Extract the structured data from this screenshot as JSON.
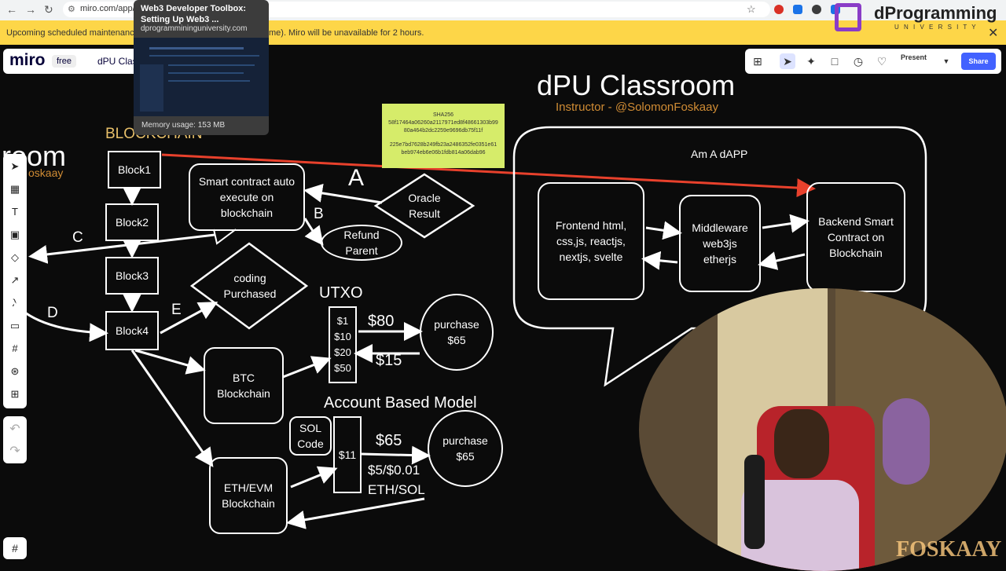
{
  "browser": {
    "url": "miro.com/app/b",
    "tooltip": {
      "title": "Web3 Developer Toolbox: Setting Up Web3 ...",
      "url": "dprogrammininguniversity.com",
      "memory": "Memory usage: 153 MB"
    }
  },
  "banner": {
    "text_left": "Upcoming scheduled maintenance: S",
    "text_right": "me). Miro will be unavailable for 2 hours."
  },
  "logo": {
    "title": "dProgramming",
    "subtitle": "U N I V E R S I T Y"
  },
  "miro": {
    "logo": "miro",
    "plan": "free",
    "board_title": "dPU Class",
    "present_label": "Present",
    "share_label": "Share"
  },
  "board": {
    "title": "dPU Classroom",
    "instructor": "Instructor - @SolomonFoskaay",
    "left_title_partial": "room",
    "left_instructor_partial": "oskaay",
    "blockchain_label": "BLOCKCHAIN",
    "blocks": [
      "Block1",
      "Block2",
      "Block3",
      "Block4"
    ],
    "smart_contract": "Smart contract auto execute on blockchain",
    "oracle": "Oracle Result",
    "refund": "Refund Parent",
    "coding": "coding Purchased",
    "btc": "BTC Blockchain",
    "eth": "ETH/EVM Blockchain",
    "sol_code": "SOL Code",
    "letters": {
      "a": "A",
      "b": "B",
      "c": "C",
      "d": "D",
      "e": "E"
    },
    "utxo": {
      "title": "UTXO",
      "coins": [
        "$1",
        "$10",
        "$20",
        "$50"
      ],
      "pay": "$80",
      "change": "$15",
      "purchase": "purchase $65"
    },
    "account": {
      "title": "Account Based Model",
      "balance": "$11",
      "pay": "$65",
      "fee": "$5/$0.01 ETH/SOL",
      "purchase": "purchase $65"
    },
    "sticky": {
      "label": "SHA256",
      "hash1": "58f17464a06260a2117971ed8f48661303b9980a464b2dc2259e9696db75f11f",
      "hash2": "225e7bd7628b249fb23a2486352fe0351e61beb974eb6e06b1fdb814a06dab96"
    },
    "dapp": {
      "title": "Am A dAPP",
      "frontend": "Frontend html, css,js, reactjs, nextjs, svelte",
      "middleware": "Middleware web3js etherjs",
      "backend": "Backend Smart Contract on Blockchain"
    }
  },
  "watermark": "FOSKAAY",
  "colors": {
    "accent": "#4262ff",
    "banner": "#fdd648",
    "sticky": "#d6ec6a",
    "arrow_red": "#e8412c",
    "blockchain_label": "#e8c06a",
    "instructor": "#d08c34"
  }
}
